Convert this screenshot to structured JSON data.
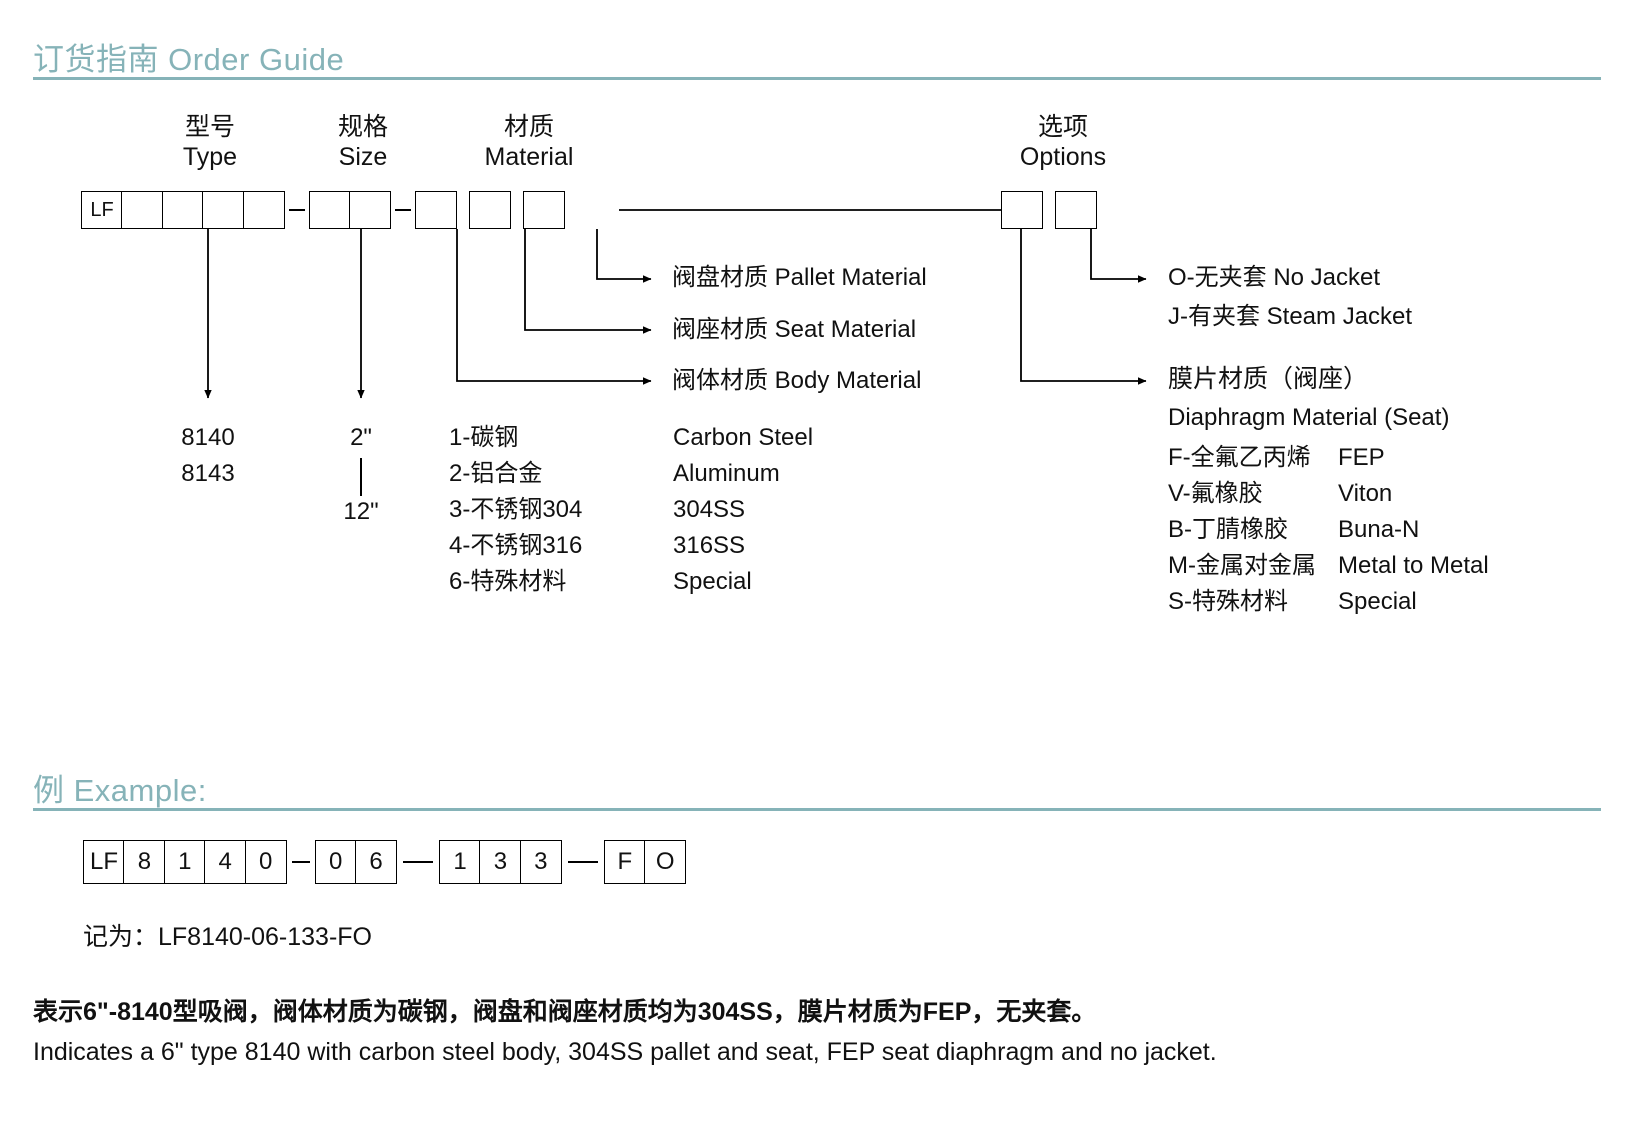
{
  "sections": {
    "order_guide": {
      "title": "订货指南 Order Guide"
    },
    "example": {
      "title": "例 Example:"
    }
  },
  "accent_color": "#86b3b8",
  "diagram": {
    "groups": [
      {
        "cn": "型号",
        "en": "Type"
      },
      {
        "cn": "规格",
        "en": "Size"
      },
      {
        "cn": "材质",
        "en": "Material"
      },
      {
        "cn": "选项",
        "en": "Options"
      }
    ],
    "prefix_cell": "LF",
    "callouts": [
      {
        "cn": "阀盘材质",
        "en": "Pallet Material"
      },
      {
        "cn": "阀座材质",
        "en": "Seat Material"
      },
      {
        "cn": "阀体材质",
        "en": "Body Material"
      }
    ],
    "option_callouts": [
      {
        "label": "O-无夹套 No Jacket"
      },
      {
        "label": "J-有夹套 Steam Jacket"
      }
    ],
    "diaphragm": {
      "title_cn": "膜片材质（阀座）",
      "title_en": "Diaphragm Material (Seat)",
      "items": [
        {
          "code_cn": "F-全氟乙丙烯",
          "en": "FEP"
        },
        {
          "code_cn": "V-氟橡胶",
          "en": "Viton"
        },
        {
          "code_cn": "B-丁腈橡胶",
          "en": "Buna-N"
        },
        {
          "code_cn": "M-金属对金属",
          "en": "Metal to Metal"
        },
        {
          "code_cn": "S-特殊材料",
          "en": "Special"
        }
      ]
    },
    "type_values": [
      "8140",
      "8143"
    ],
    "size_values": {
      "min": "2\"",
      "max": "12\""
    },
    "material_codes": [
      {
        "code_cn": "1-碳钢",
        "en": "Carbon Steel"
      },
      {
        "code_cn": "2-铝合金",
        "en": "Aluminum"
      },
      {
        "code_cn": "3-不锈钢304",
        "en": "304SS"
      },
      {
        "code_cn": "4-不锈钢316",
        "en": "316SS"
      },
      {
        "code_cn": "6-特殊材料",
        "en": "Special"
      }
    ]
  },
  "example": {
    "cells": [
      "LF",
      "8",
      "1",
      "4",
      "0",
      "0",
      "6",
      "1",
      "3",
      "3",
      "F",
      "O"
    ],
    "code_note": "记为：LF8140-06-133-FO",
    "description_cn": "表示6\"-8140型吸阀，阀体材质为碳钢，阀盘和阀座材质均为304SS，膜片材质为FEP，无夹套。",
    "description_en": "Indicates a 6\" type 8140 with carbon steel body, 304SS pallet and seat, FEP seat diaphragm and no jacket."
  }
}
